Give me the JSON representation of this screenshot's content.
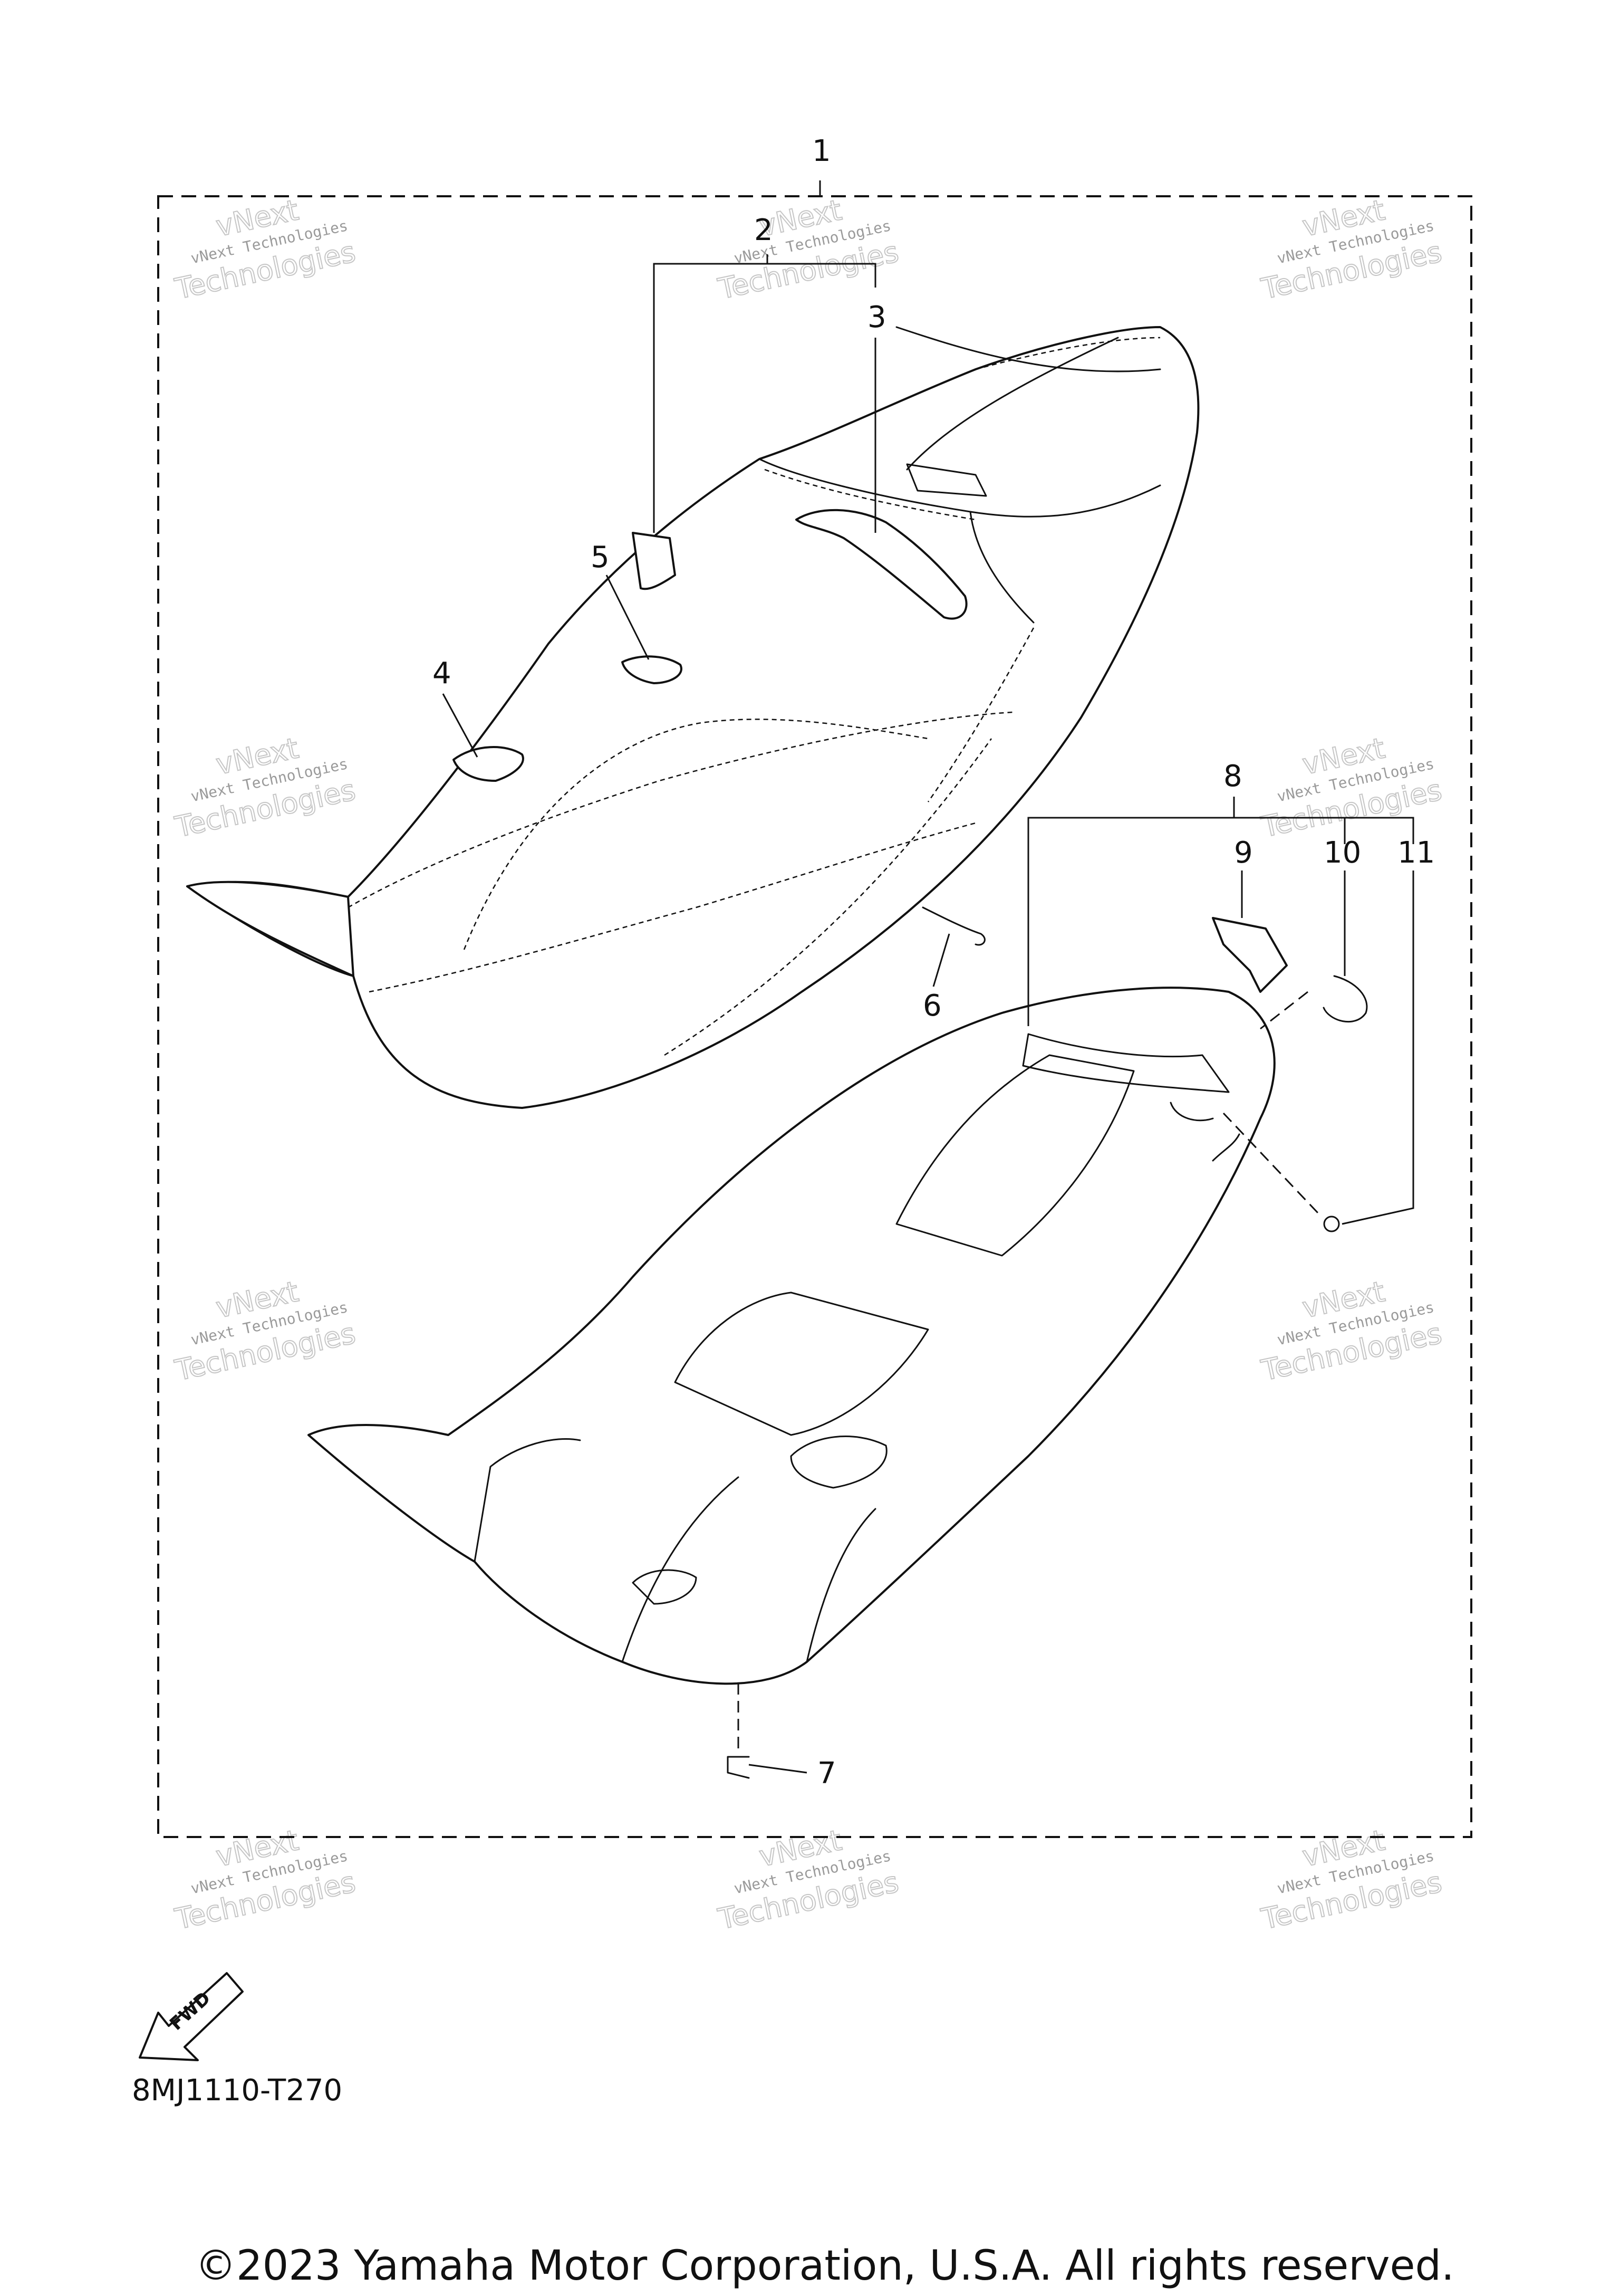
{
  "callouts": [
    "1",
    "2",
    "3",
    "4",
    "5",
    "6",
    "7",
    "8",
    "9",
    "10",
    "11"
  ],
  "watermark": {
    "line1": "vNext Technologies",
    "line2": "vNext",
    "line3": "Technologies"
  },
  "fwd_label": "FWD",
  "diagram_code": "8MJ1110-T270",
  "copyright": "©2023 Yamaha Motor Corporation, U.S.A. All rights reserved."
}
